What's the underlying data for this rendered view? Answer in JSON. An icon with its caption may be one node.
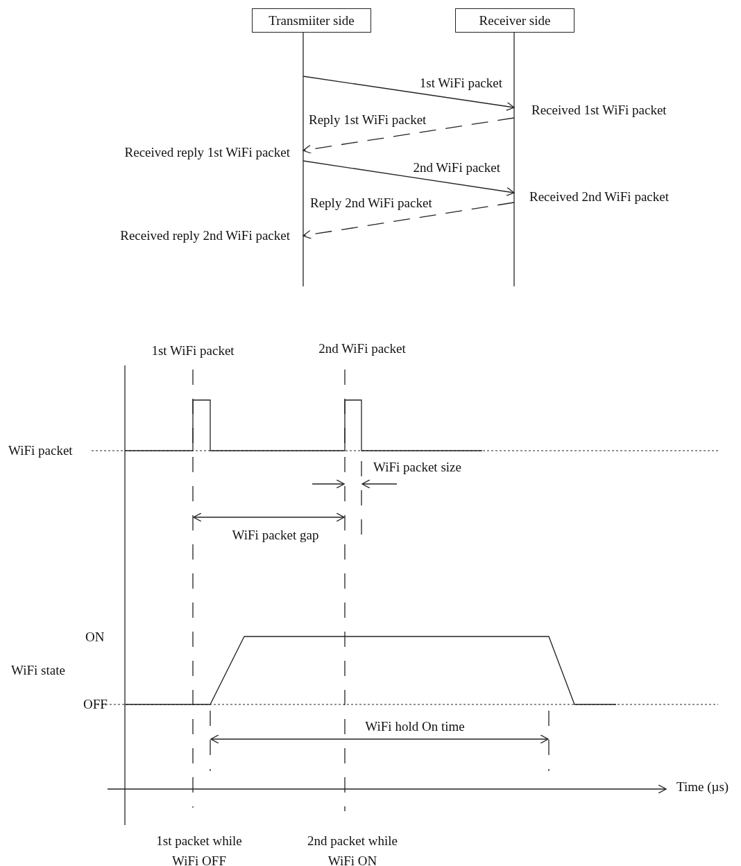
{
  "diagram": {
    "nodes": [
      {
        "text": [
          "Transmiiter side"
        ]
      },
      {
        "text": [
          "Receiver side"
        ]
      },
      {
        "text": [
          "Received 1st WiFi packet"
        ]
      },
      {
        "text": [
          "Received reply 1st WiFi packet"
        ]
      },
      {
        "text": [
          "Received 2nd WiFi packet"
        ]
      },
      {
        "text": [
          "Received reply 2nd WiFi packet"
        ]
      }
    ],
    "edges": [
      {
        "from": 0,
        "to": 2,
        "arrow": "to",
        "label": "1st WiFi packet"
      },
      {
        "from": 2,
        "to": 3,
        "arrow": "to",
        "label": "Reply 1st WiFi packet",
        "style": "dashed"
      },
      {
        "from": 3,
        "to": 4,
        "arrow": "to",
        "label": "2nd WiFi packet"
      },
      {
        "from": 4,
        "to": 5,
        "arrow": "to",
        "label": "Reply 2nd WiFi packet",
        "style": "dashed"
      }
    ],
    "labels": [
      "1st WiFi packet",
      "2nd WiFi packet",
      "WiFi packet",
      "WiFi packet size",
      "WiFi packet gap",
      "ON",
      "WiFi state",
      "OFF",
      "WiFi hold On time",
      "Time (µs)",
      "1st packet while WiFi OFF",
      "2nd packet while WiFi ON"
    ]
  }
}
